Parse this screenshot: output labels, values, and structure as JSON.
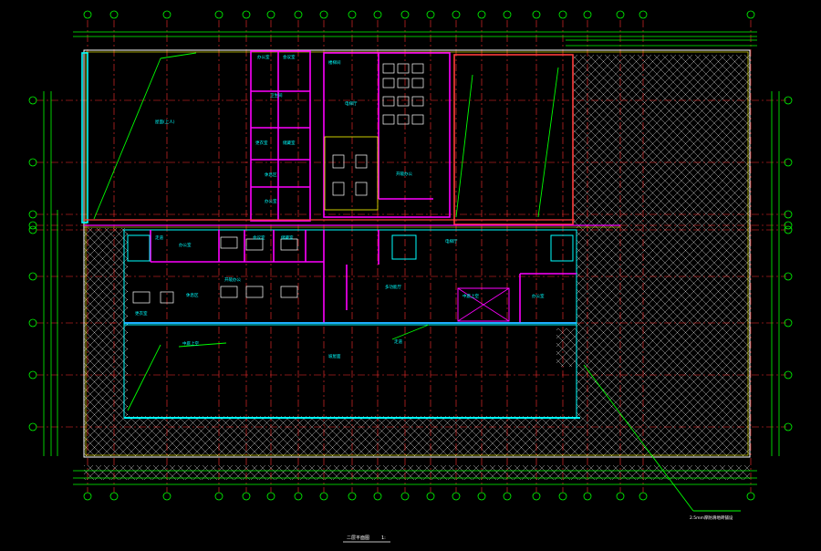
{
  "drawing": {
    "title": "二层平面图",
    "scale": "1:",
    "room_labels": {
      "r1": "办公室",
      "r2": "会议室",
      "r3": "卫生间",
      "r4": "更衣室",
      "r5": "储藏室",
      "r6": "休息区",
      "r7": "楼梯间",
      "r8": "电梯厅",
      "r9": "走道",
      "r10": "开敞办公"
    },
    "callouts": {
      "roof": "屋面(上人)",
      "slope": "坡屋面",
      "atrium": "中庭上空",
      "note": "2.5mm厚防滑地砖铺设",
      "hall": "多功能厅"
    },
    "colors": {
      "background": "#000000",
      "grid": "#00ff00",
      "axis": "#ff0000",
      "wall": "#ff00ff",
      "detail": "#00ffff",
      "hatch": "#ffffff",
      "note": "#ffff00"
    }
  }
}
